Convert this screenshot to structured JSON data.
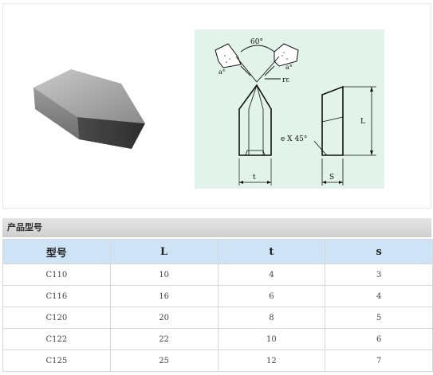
{
  "diagram": {
    "angle_label": "60°",
    "relief_angle_left": "a°",
    "relief_angle_right": "a°",
    "radius_label": "rε",
    "chamfer_label": "e X 45°",
    "dim_L": "L",
    "dim_t": "t",
    "dim_S": "S"
  },
  "section": {
    "title": "产品型号"
  },
  "table": {
    "headers": [
      "型号",
      "L",
      "t",
      "s"
    ],
    "rows": [
      [
        "C110",
        "10",
        "4",
        "3"
      ],
      [
        "C116",
        "16",
        "6",
        "4"
      ],
      [
        "C120",
        "20",
        "8",
        "5"
      ],
      [
        "C122",
        "22",
        "10",
        "6"
      ],
      [
        "C125",
        "25",
        "12",
        "7"
      ]
    ]
  },
  "colors": {
    "header_bg": "#cfe3f7",
    "diagram_bg": "#e2f3ec",
    "section_bar": "#d6d6d6"
  }
}
